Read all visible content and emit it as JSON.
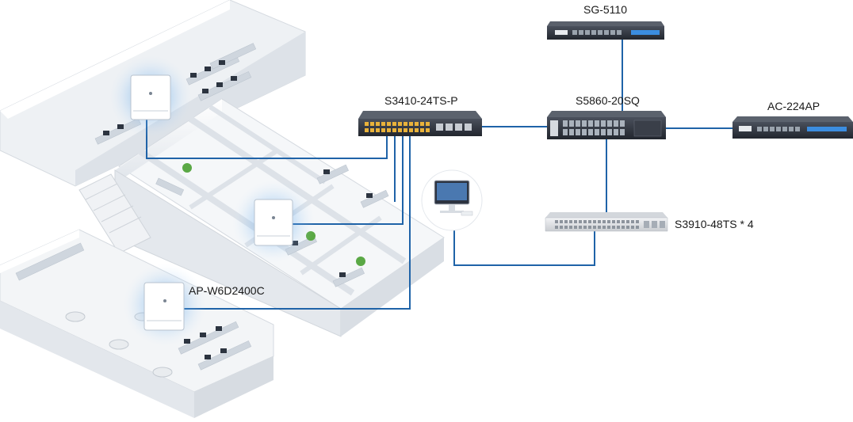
{
  "devices": {
    "sg": "SG-5110",
    "core": "S5860-20SQ",
    "access_poe": "S3410-24TS-P",
    "ac": "AC-224AP",
    "access": "S3910-48TS * 4",
    "ap": "AP-W6D2400C"
  },
  "colors": {
    "link": "#1f63a8",
    "wall": "#e8ecf0",
    "floor": "#f4f6f8",
    "device_dark": "#2b2f38",
    "ap_glow": "#3b8de0"
  }
}
